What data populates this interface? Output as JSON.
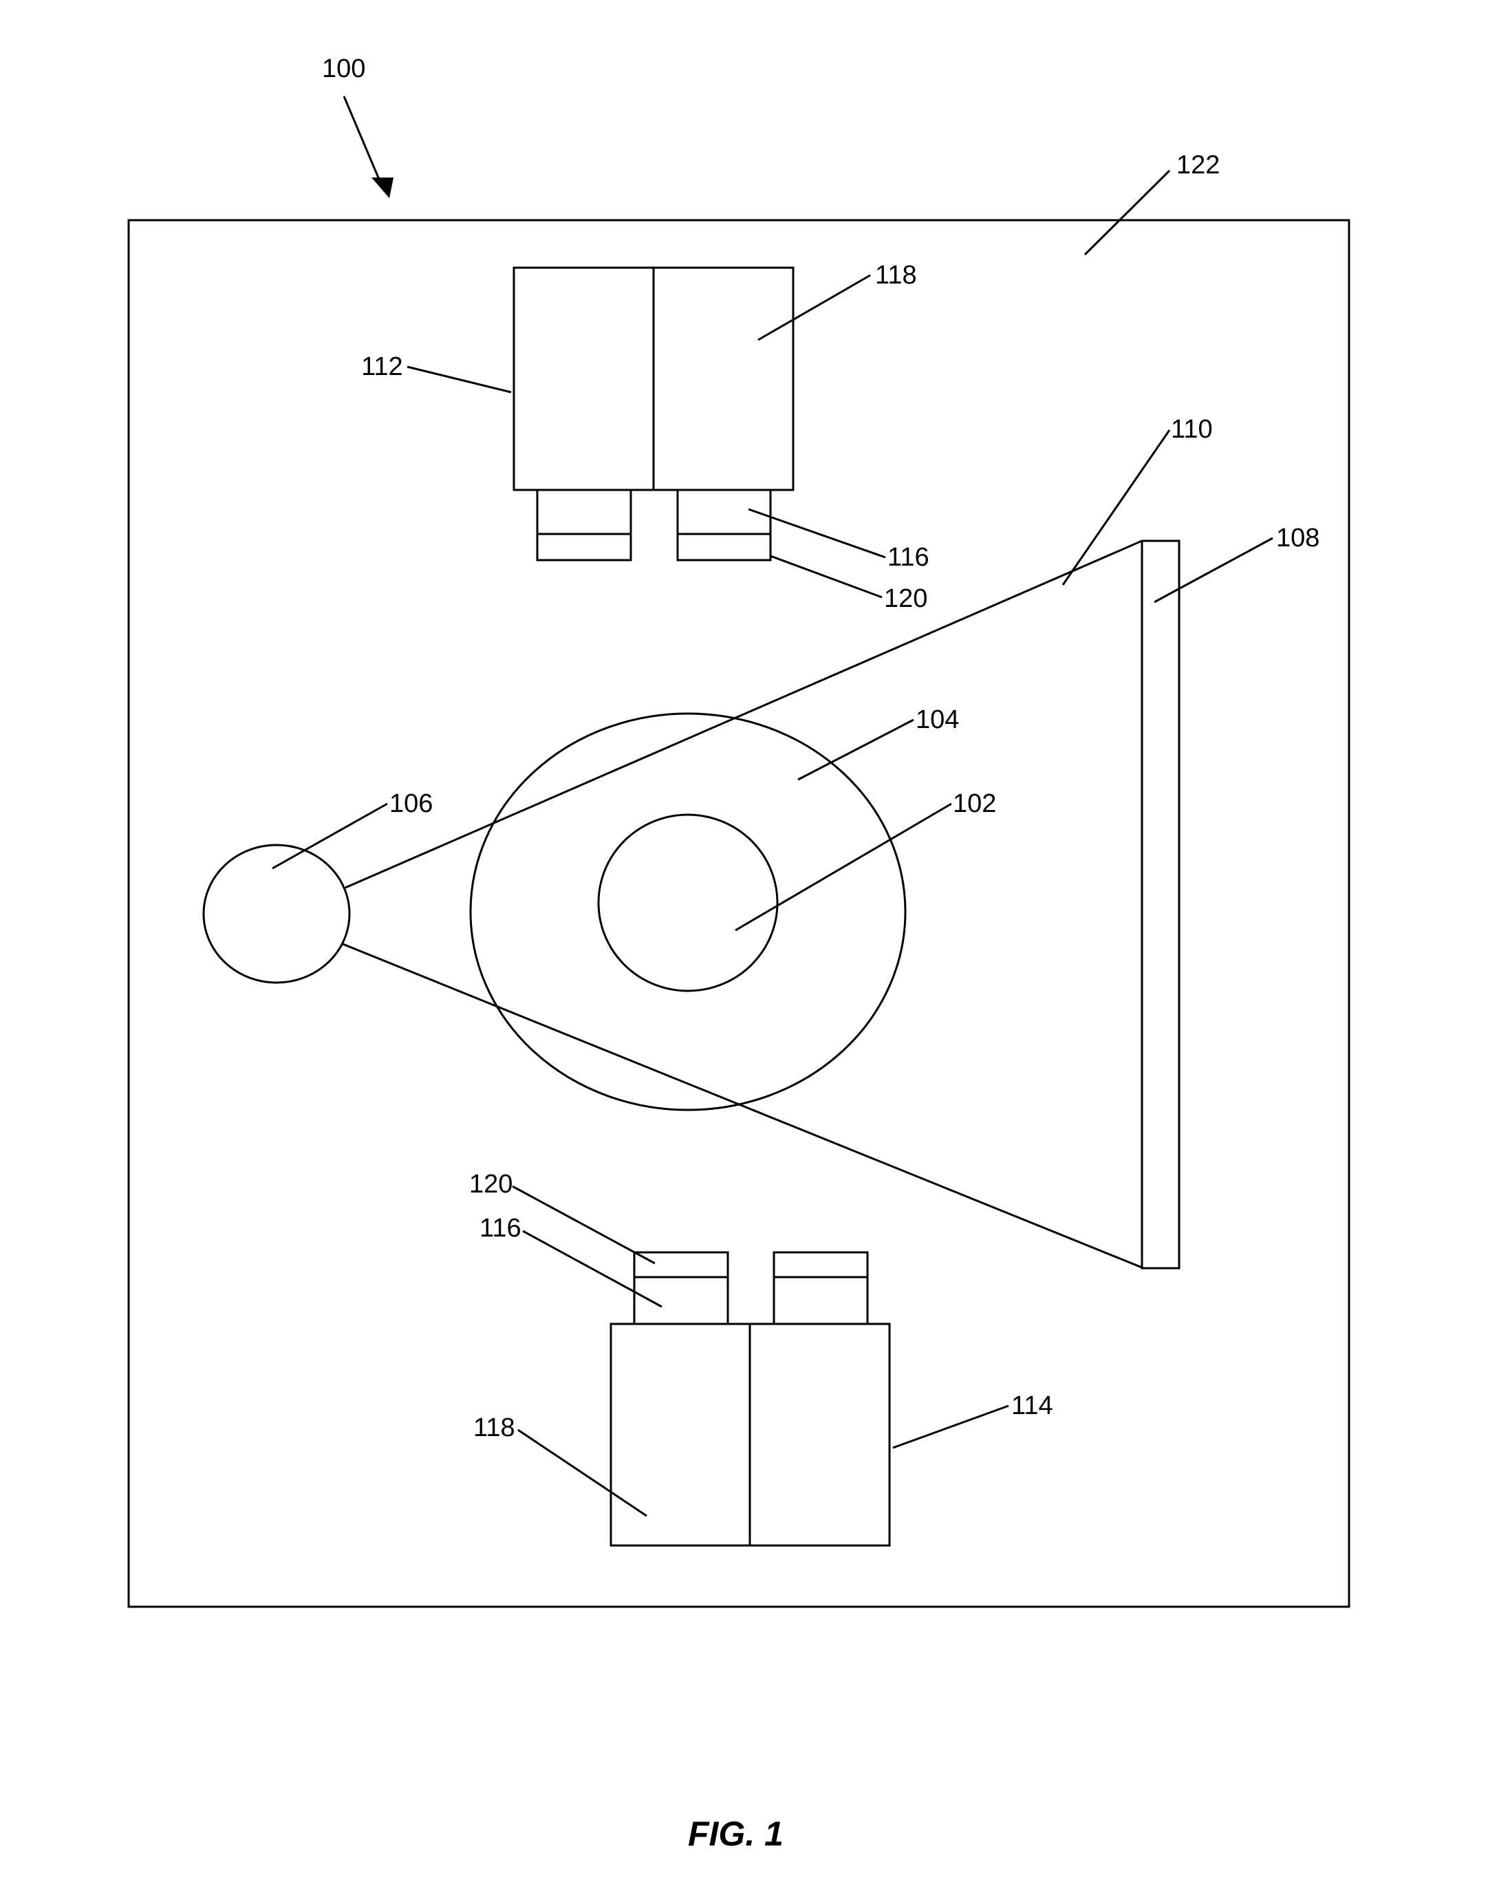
{
  "figure": {
    "caption": "FIG. 1",
    "labels": {
      "system": "100",
      "base": "122",
      "detector_housing_top": "112",
      "camera_body_top": "118",
      "arm_top": "110",
      "panel_right": "108",
      "lens_top": "116",
      "filter_top": "120",
      "outer_circle": "104",
      "inner_circle": "102",
      "source": "106",
      "filter_bottom": "120",
      "lens_bottom": "116",
      "camera_body_bottom": "118",
      "detector_housing_bottom": "114"
    }
  }
}
